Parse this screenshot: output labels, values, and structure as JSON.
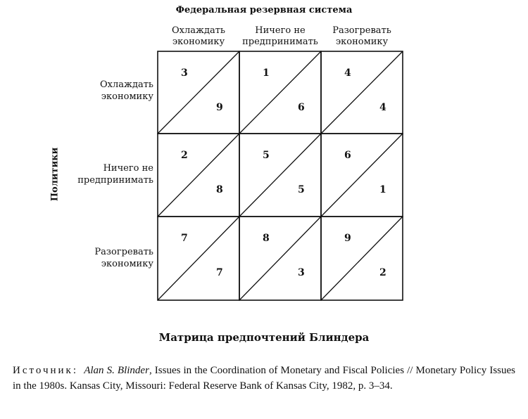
{
  "header": "Федеральная резервная система",
  "row_player": "Политики",
  "columns": [
    "Охлаждать\nэкономику",
    "Ничего не\nпредпринимать",
    "Разогревать\nэкономику"
  ],
  "rows": [
    "Охлаждать\nэкономику",
    "Ничего не\nпредпринимать",
    "Разогревать\nэкономику"
  ],
  "payoffs": [
    [
      {
        "top": "3",
        "bottom": "9"
      },
      {
        "top": "1",
        "bottom": "6"
      },
      {
        "top": "4",
        "bottom": "4"
      }
    ],
    [
      {
        "top": "2",
        "bottom": "8"
      },
      {
        "top": "5",
        "bottom": "5"
      },
      {
        "top": "6",
        "bottom": "1"
      }
    ],
    [
      {
        "top": "7",
        "bottom": "7"
      },
      {
        "top": "8",
        "bottom": "3"
      },
      {
        "top": "9",
        "bottom": "2"
      }
    ]
  ],
  "caption": "Матрица предпочтений Блиндера",
  "source": {
    "label": "Источник:",
    "author": "Alan S. Blinder",
    "text": ", Issues in the Coordination of Monetary and Fiscal Policies // Monetary Policy Issues in the 1980s. Kansas City, Missouri: Federal Reserve Bank of Kansas City, 1982, p. 3–34."
  }
}
